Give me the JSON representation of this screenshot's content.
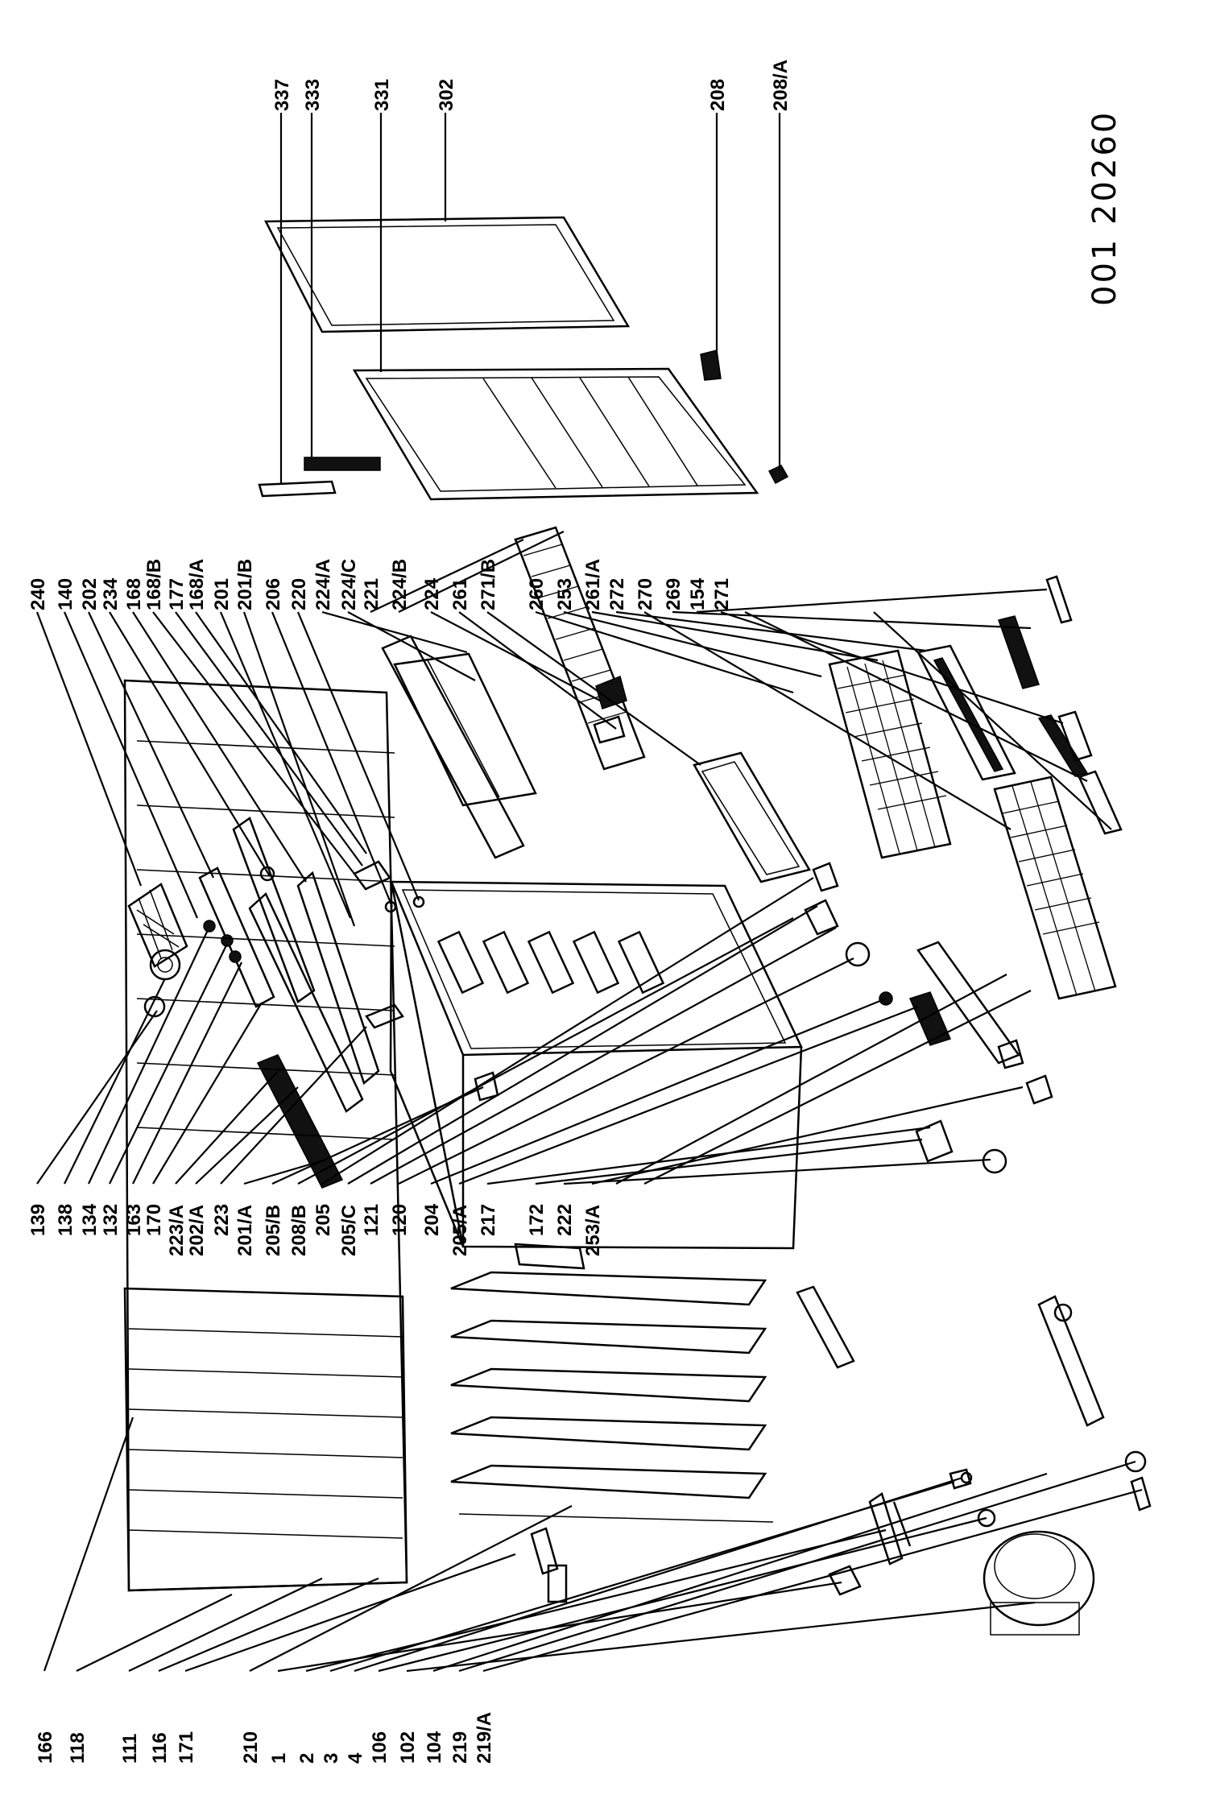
{
  "drawing_code": "001 20260",
  "callouts": {
    "c337": "337",
    "c333": "333",
    "c331": "331",
    "c302": "302",
    "c208": "208",
    "c208A": "208/A",
    "c240": "240",
    "c140": "140",
    "c202": "202",
    "c234": "234",
    "c168": "168",
    "c168B": "168/B",
    "c177": "177",
    "c168A": "168/A",
    "c201": "201",
    "c201B": "201/B",
    "c206": "206",
    "c220": "220",
    "c224A": "224/A",
    "c224C": "224/C",
    "c221": "221",
    "c224B": "224/B",
    "c224": "224",
    "c261": "261",
    "c271B": "271/B",
    "c260": "260",
    "c253": "253",
    "c261A": "261/A",
    "c272": "272",
    "c270": "270",
    "c269": "269",
    "c154": "154",
    "c271": "271",
    "c139": "139",
    "c138": "138",
    "c134": "134",
    "c132": "132",
    "c163": "163",
    "c170": "170",
    "c223A": "223/A",
    "c202A": "202/A",
    "c223": "223",
    "c201A": "201/A",
    "c205B": "205/B",
    "c208B": "208/B",
    "c205": "205",
    "c205C": "205/C",
    "c121": "121",
    "c120": "120",
    "c204": "204",
    "c205A": "205/A",
    "c217": "217",
    "c172": "172",
    "c222": "222",
    "c253A": "253/A",
    "c166": "166",
    "c118": "118",
    "c111": "111",
    "c116": "116",
    "c171": "171",
    "c210": "210",
    "c1": "1",
    "c2": "2",
    "c3": "3",
    "c4": "4",
    "c106": "106",
    "c102": "102",
    "c104": "104",
    "c219": "219",
    "c219A": "219/A"
  }
}
